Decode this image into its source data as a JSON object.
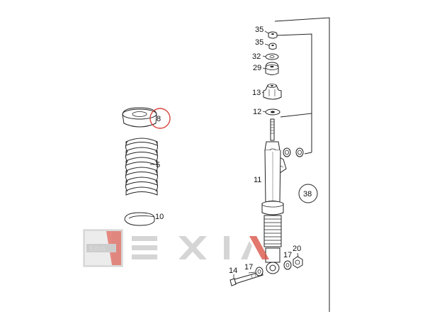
{
  "parts": {
    "top_nut_1": "35",
    "top_nut_2": "35",
    "washer_32": "32",
    "bushing_29": "29",
    "mount_13": "13",
    "washer_12": "12",
    "spring_seat": "8",
    "coil_spring": "5",
    "lower_seat": "10",
    "shock_absorber": "11",
    "kit_38": "38",
    "bolt": "14",
    "bushing_17_left": "17",
    "bushing_17_right": "17",
    "nut_20": "20"
  },
  "watermark": {
    "logo_text": "EXIA",
    "letters": [
      "E",
      "X",
      "I",
      "A"
    ]
  },
  "colors": {
    "line": "#222222",
    "highlight_circle": "#d9463f",
    "watermark": "#c8c8c8",
    "watermark_red": "#d94a3e"
  }
}
